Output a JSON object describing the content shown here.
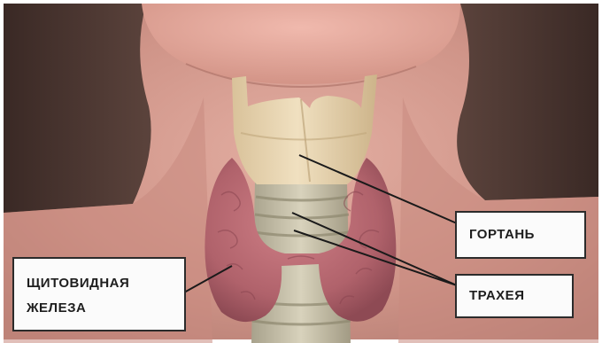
{
  "labels": {
    "larynx": "ГОРТАНЬ",
    "trachea": "ТРАХЕЯ",
    "thyroid_line1": "ЩИТОВИДНАЯ",
    "thyroid_line2": "ЖЕЛЕЗА"
  },
  "colors": {
    "skin": "#cf9488",
    "hair": "#4a3530",
    "cartilage": "#ead7b4",
    "trachea": "#c9c3ad",
    "gland": "#b86a72",
    "leader_line": "#1a1a1a",
    "frame": "#2b2b2b"
  }
}
